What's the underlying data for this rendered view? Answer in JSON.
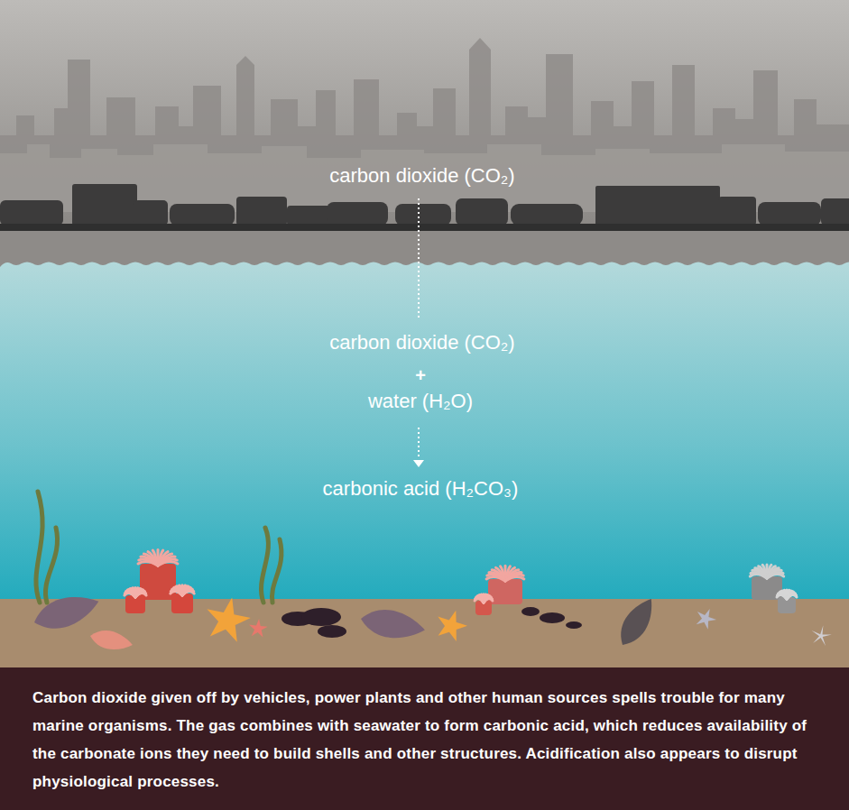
{
  "diagram": {
    "caption": "Carbon dioxide given off by vehicles, power plants and other human sources spells trouble for many marine organisms. The gas combines with seawater to form carbonic acid, which reduces availability of the carbonate ions they need to build shells and other structures. Acidification also appears to disrupt physiological processes.",
    "labels": [
      "carbon dioxide (CO₂)",
      "carbon dioxide (CO₂)",
      "+",
      "water (H₂O)",
      "carbonic acid (H₂CO₃)"
    ]
  }
}
